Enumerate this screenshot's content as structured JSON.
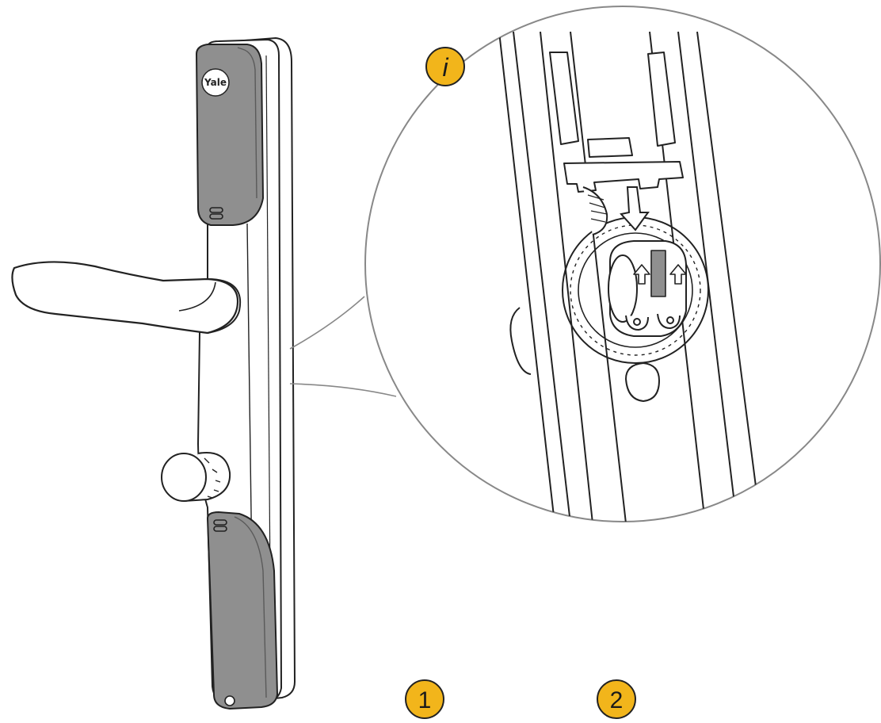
{
  "illustration": {
    "brand_logo_text": "Yale",
    "info_badge": {
      "label": "i",
      "color": "#F2B51B"
    },
    "step_badges": [
      {
        "label": "1",
        "color": "#F2B51B"
      },
      {
        "label": "2",
        "color": "#F2B51B"
      }
    ],
    "colors": {
      "line": "#222222",
      "battery_cover": "#8f8f8f",
      "background": "#ffffff"
    },
    "icons": [
      "door-handle-icon",
      "thumb-turn-icon",
      "cylinder-detail-icon",
      "arrow-down-icon",
      "arrow-up-icon"
    ]
  }
}
